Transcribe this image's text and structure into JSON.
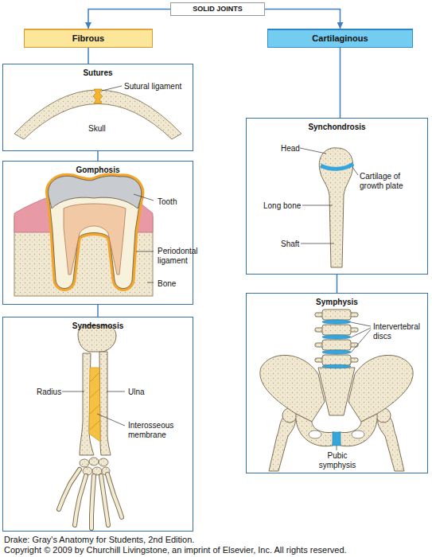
{
  "diagram": {
    "nodes": [
      {
        "text": [
          "SOLID JOINTS"
        ]
      },
      {
        "text": [
          "Fibrous"
        ]
      },
      {
        "text": [
          "Cartilaginous"
        ]
      },
      {
        "text": [
          "Sutures",
          "Sutural ligament",
          "Skull"
        ]
      },
      {
        "text": [
          "Gomphosis",
          "Tooth",
          "Periodontal ligament",
          "Bone"
        ]
      },
      {
        "text": [
          "Syndesmosis",
          "Radius",
          "Ulna",
          "Interosseous membrane"
        ]
      },
      {
        "text": [
          "Synchondrosis",
          "Head",
          "Cartilage of growth plate",
          "Long bone",
          "Shaft"
        ]
      },
      {
        "text": [
          "Symphysis",
          "Intervertebral discs",
          "Pubic symphysis"
        ]
      }
    ],
    "edges": [
      {
        "from": 0,
        "to": 1,
        "arrow": "to"
      },
      {
        "from": 0,
        "to": 2,
        "arrow": "to"
      },
      {
        "from": 1,
        "to": 3,
        "arrow": "none"
      },
      {
        "from": 3,
        "to": 4,
        "arrow": "none"
      },
      {
        "from": 4,
        "to": 5,
        "arrow": "none"
      },
      {
        "from": 2,
        "to": 6,
        "arrow": "none"
      },
      {
        "from": 6,
        "to": 7,
        "arrow": "none"
      }
    ],
    "labels": [
      "Drake: Gray's Anatomy for Students, 2nd Edition.",
      "Copyright © 2009 by Churchill Livingstone, an imprint of Elsevier, Inc. All rights reserved."
    ]
  }
}
